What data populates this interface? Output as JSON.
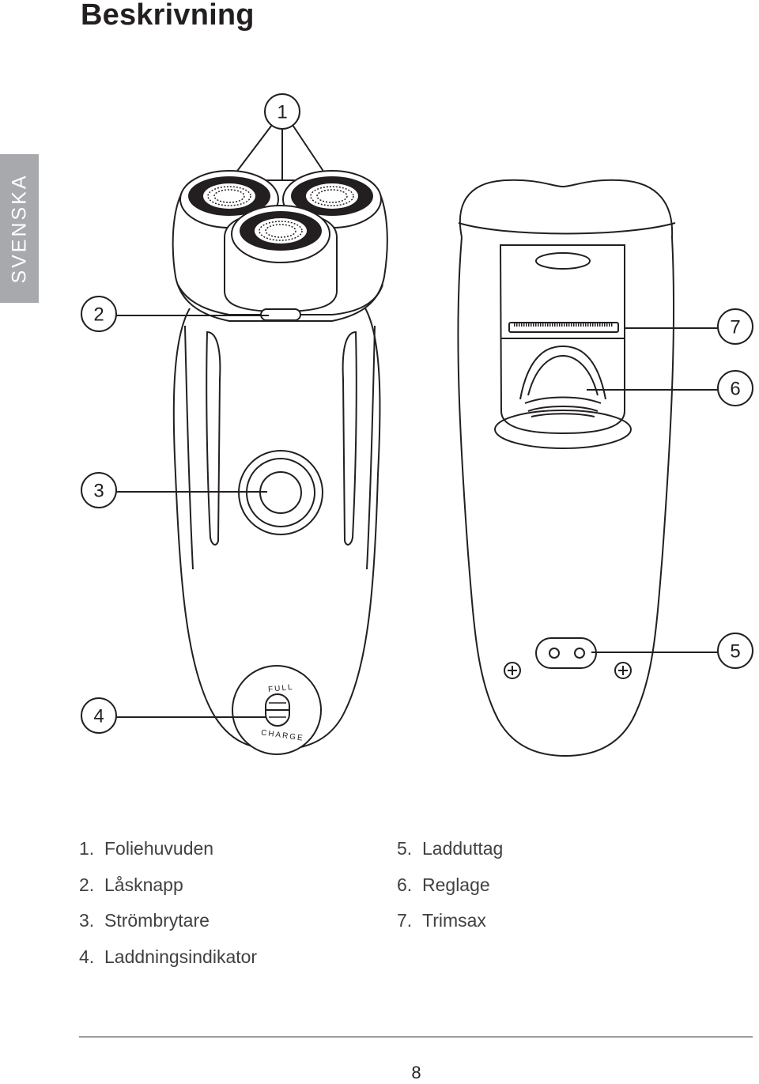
{
  "page": {
    "title": "Beskrivning",
    "language_tab": "SVENSKA",
    "page_number": "8"
  },
  "figure": {
    "callouts": [
      "1",
      "2",
      "3",
      "4",
      "5",
      "6",
      "7"
    ],
    "switch_labels": {
      "full": "FULL",
      "charge": "CHARGE"
    }
  },
  "legend": {
    "left": [
      {
        "num": "1.",
        "label": "Foliehuvuden"
      },
      {
        "num": "2.",
        "label": "Låsknapp"
      },
      {
        "num": "3.",
        "label": "Strömbrytare"
      },
      {
        "num": "4.",
        "label": "Laddningsindikator"
      }
    ],
    "right": [
      {
        "num": "5.",
        "label": "Ladduttag"
      },
      {
        "num": "6.",
        "label": "Reglage"
      },
      {
        "num": "7.",
        "label": "Trimsax"
      }
    ]
  },
  "colors": {
    "tab_gray": "#a7a9ac",
    "ink": "#231f20"
  }
}
